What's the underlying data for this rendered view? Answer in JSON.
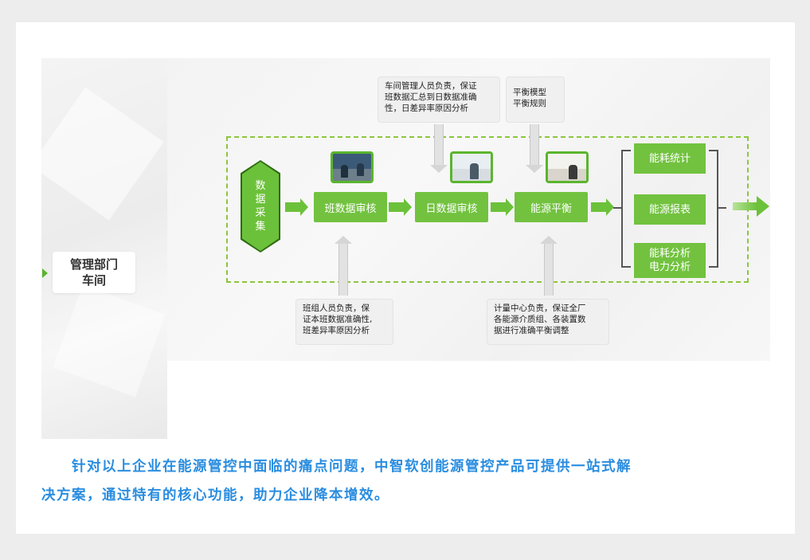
{
  "diagram": {
    "department": {
      "line1": "管理部门",
      "line2": "车间"
    },
    "data_collection": [
      "数",
      "据",
      "采",
      "集"
    ],
    "steps": [
      {
        "label": "班数据审核",
        "photo": "office-workstations-photo"
      },
      {
        "label": "日数据审核",
        "photo": "businessman-at-desk-photo"
      },
      {
        "label": "能源平衡",
        "photo": "person-at-computer-photo"
      }
    ],
    "outputs": [
      {
        "line1": "能耗统计",
        "line2": ""
      },
      {
        "line1": "能源报表",
        "line2": ""
      },
      {
        "line1": "能耗分析",
        "line2": "电力分析"
      }
    ],
    "notes_top": [
      {
        "lines": [
          "车间管理人员负责，保证",
          "班数据汇总到日数据准确",
          "性，日差异率原因分析"
        ]
      },
      {
        "lines": [
          "平衡模型",
          "平衡规则"
        ]
      }
    ],
    "notes_bottom": [
      {
        "lines": [
          "班组人员负责，保",
          "证本班数据准确性,",
          "班差异率原因分析"
        ]
      },
      {
        "lines": [
          "计量中心负责，保证全厂",
          "各能源介质组、各装置数",
          "据进行准确平衡调整"
        ]
      }
    ],
    "colors": {
      "green": "#72c23f",
      "dark_green": "#2e6b12",
      "text_blue": "#2a8de0"
    }
  },
  "body_text": {
    "line1": "针对以上企业在能源管控中面临的痛点问题，中智软创能源管控产品可提供一站式解",
    "line2": "决方案，通过特有的核心功能，助力企业降本增效。"
  }
}
